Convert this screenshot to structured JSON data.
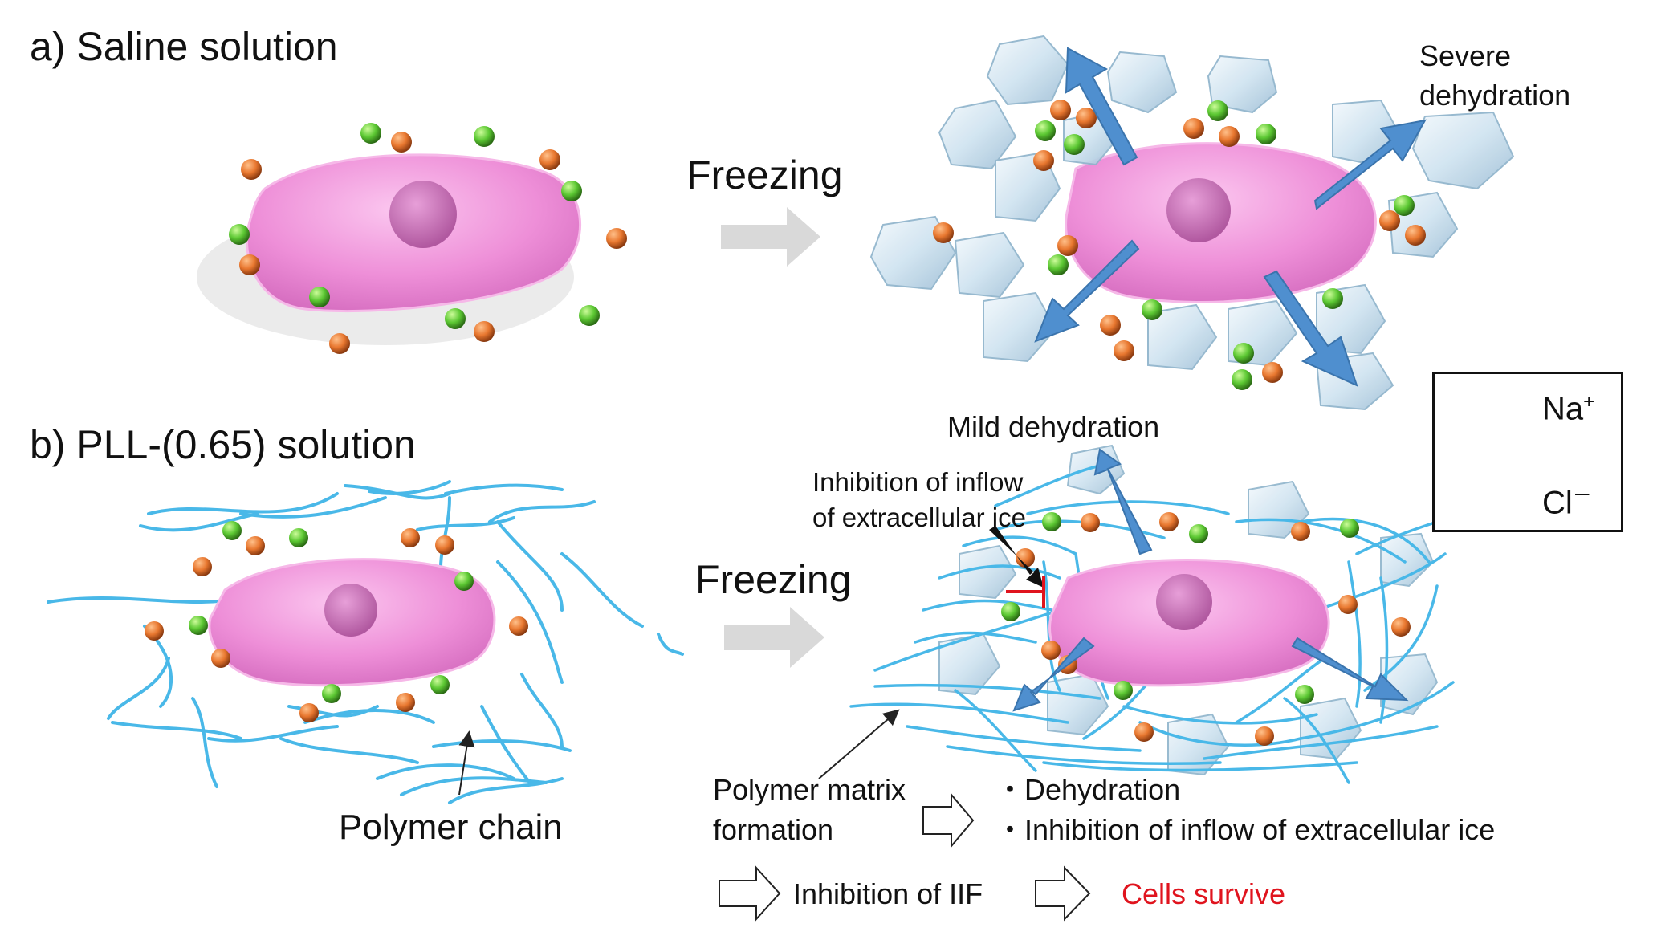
{
  "panel_a": {
    "title": "a) Saline solution",
    "freezing_label": "Freezing",
    "severe_line1": "Severe",
    "severe_line2": "dehydration"
  },
  "panel_b": {
    "title": "b) PLL-(0.65) solution",
    "freezing_label": "Freezing",
    "mild_dehydration": "Mild dehydration",
    "inhibition_line1": "Inhibition of inflow",
    "inhibition_line2": "of extracellular ice",
    "polymer_chain": "Polymer chain",
    "polymer_matrix_line1": "Polymer matrix",
    "polymer_matrix_line2": "formation",
    "bullet_1": "・Dehydration",
    "bullet_2": "・Inhibition of inflow of extracellular ice",
    "inhibition_iif": "Inhibition of IIF",
    "cells_survive": "Cells survive"
  },
  "legend": {
    "na_base": "Na",
    "na_sup": "+",
    "cl_base": "Cl",
    "cl_sup": "－"
  },
  "colors": {
    "cell": "#ee8fd8",
    "nucleus": "#c46bb4",
    "na_ion": "#e8772f",
    "cl_ion": "#5cc833",
    "ice": "#cfe3f0",
    "arrow_blue": "#4f8fcf",
    "polymer": "#49b8e8",
    "survive_red": "#e0141e"
  }
}
